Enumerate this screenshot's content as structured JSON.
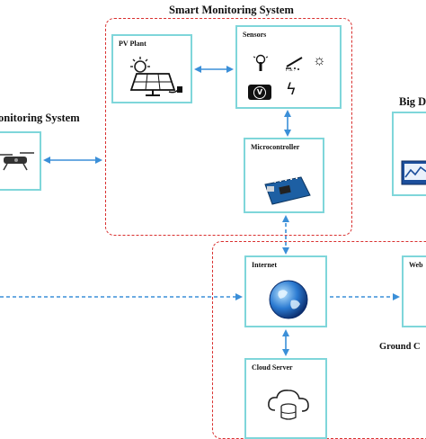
{
  "smart_system": {
    "title": "Smart Monitoring System"
  },
  "remote_system": {
    "title": "onitoring System"
  },
  "big_data": {
    "title": "Big D"
  },
  "pv_plant": {
    "label": "PV Plant"
  },
  "sensors": {
    "label": "Sensors",
    "sub_label": "ı ..k ."
  },
  "microcontroller": {
    "label": "Microcontroller"
  },
  "internet": {
    "label": "Internet"
  },
  "cloud_server": {
    "label": "Cloud Server"
  },
  "web": {
    "label": "Web"
  },
  "ground": {
    "label": "Ground C"
  },
  "colors": {
    "accent_box": "#7fd6da",
    "dashed_red": "#d9302f",
    "arrow": "#3b8fd8"
  }
}
